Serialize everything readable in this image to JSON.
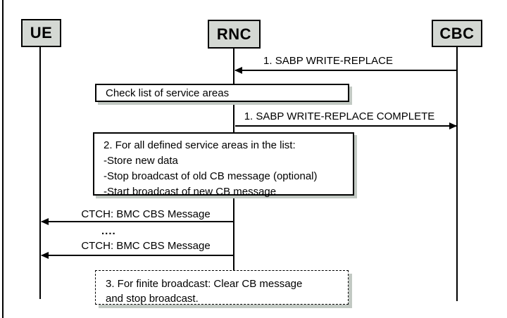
{
  "entities": [
    {
      "label": "UE"
    },
    {
      "label": "RNC"
    },
    {
      "label": "CBC"
    }
  ],
  "messages": [
    {
      "label": "1. SABP WRITE-REPLACE",
      "from": "CBC",
      "to": "RNC",
      "direction": "left"
    },
    {
      "label": "1. SABP WRITE-REPLACE  COMPLETE",
      "from": "RNC",
      "to": "CBC",
      "direction": "right"
    },
    {
      "label": "CTCH: BMC CBS Message",
      "from": "RNC",
      "to": "UE",
      "direction": "left"
    },
    {
      "label": "....",
      "type": "ellipsis"
    },
    {
      "label": "CTCH: BMC CBS Message",
      "from": "RNC",
      "to": "UE",
      "direction": "left"
    }
  ],
  "notes": [
    {
      "style": "solid",
      "lines": [
        "Check list of service areas"
      ]
    },
    {
      "style": "solid",
      "lines": [
        "2. For all defined service areas in the list:",
        "-Store new data",
        "-Stop broadcast of old CB message (optional)",
        "-Start broadcast of new CB message"
      ]
    },
    {
      "style": "dashed",
      "lines": [
        "3. For finite broadcast: Clear CB message",
        "and stop broadcast."
      ]
    }
  ],
  "colors": {
    "entity_fill": "#d4d8d3",
    "line": "#000000",
    "shadow": "#c2c9c3",
    "background": "#ffffff"
  }
}
